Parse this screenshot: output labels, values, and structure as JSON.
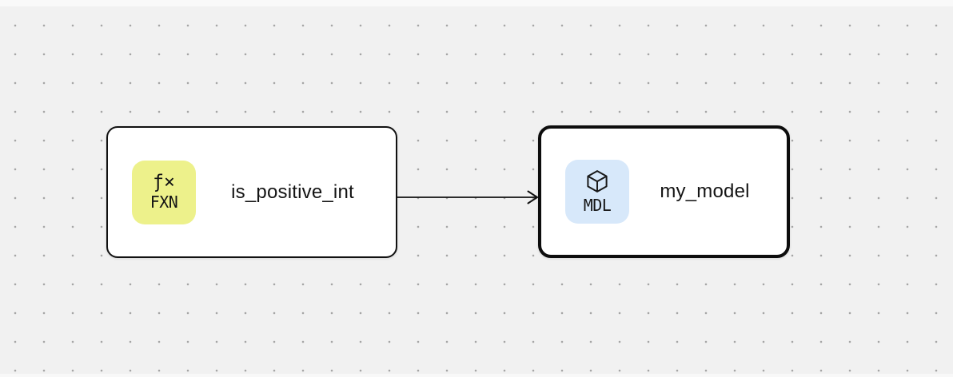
{
  "canvas": {
    "background_color": "#f1f1f1",
    "dot_color": "#a6a6a6"
  },
  "nodes": [
    {
      "id": "is_positive_int",
      "label": "is_positive_int",
      "badge": {
        "icon_name": "function-icon",
        "icon_glyph": "ƒ×",
        "text": "FXN",
        "background_color": "#edf18b"
      },
      "selected": false
    },
    {
      "id": "my_model",
      "label": "my_model",
      "badge": {
        "icon_name": "cube-icon",
        "text": "MDL",
        "background_color": "#d7e8fa"
      },
      "selected": true
    }
  ],
  "edges": [
    {
      "from": "is_positive_int",
      "to": "my_model",
      "style": "arrow"
    }
  ]
}
